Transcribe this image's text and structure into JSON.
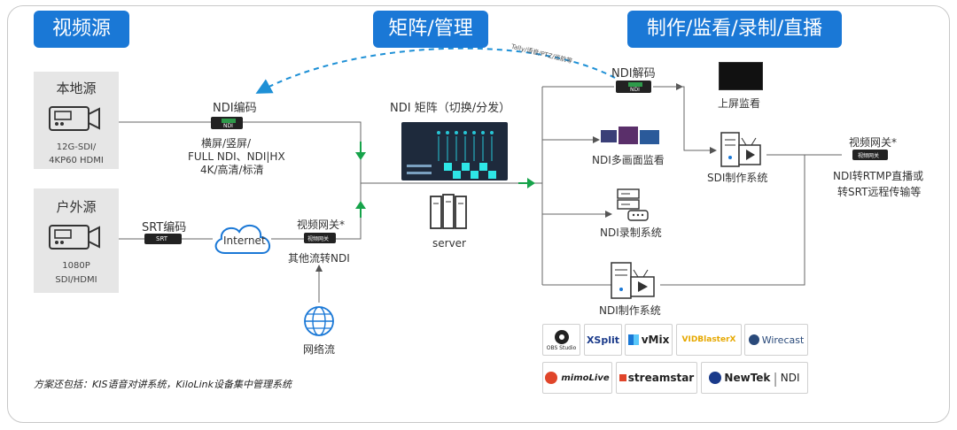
{
  "sections": {
    "video_source": "视频源",
    "matrix_management": "矩阵/管理",
    "production": "制作/监看/录制/直播"
  },
  "sources": {
    "local": {
      "title": "本地源",
      "caption_lines": [
        "12G-SDI/",
        "4KP60 HDMI"
      ]
    },
    "outdoor": {
      "title": "户外源",
      "caption_lines": [
        "1080P",
        "SDI/HDMI"
      ]
    }
  },
  "encoder": {
    "title": "NDI编码",
    "device_label": "NDI",
    "desc_lines": [
      "横屏/竖屏/",
      "FULL NDI、NDI|HX",
      "4K/高清/标清"
    ]
  },
  "srt": {
    "title": "SRT编码",
    "device_label": "SRT"
  },
  "internet": {
    "label": "Internet"
  },
  "gateway_mid": {
    "title": "视频网关*",
    "device_label": "视频网关",
    "caption": "其他流转NDI"
  },
  "network_stream": {
    "label": "网络流"
  },
  "matrix": {
    "title": "NDI 矩阵（切换/分发）",
    "server_label": "server"
  },
  "tally_label": "Tally/语音/PTZ/巡航等",
  "outputs": {
    "decoder": {
      "title": "NDI解码",
      "device_label": "NDI"
    },
    "screen": {
      "label": "上屏监看"
    },
    "multiview": {
      "label": "NDI多画面监看"
    },
    "sdi": {
      "label": "SDI制作系统"
    },
    "record": {
      "label": "NDI录制系统"
    },
    "production": {
      "label": "NDI制作系统"
    },
    "gateway_right": {
      "title": "视频网关*",
      "device_label": "视频网关",
      "desc_lines": [
        "NDI转RTMP直播或",
        "转SRT远程传输等"
      ]
    }
  },
  "software_logos": [
    "OBS Studio",
    "XSplit",
    "vMix",
    "VIDBlasterX",
    "Wirecast",
    "mimoLive",
    "streamstar",
    "NewTek",
    "NDI"
  ],
  "footer_note": "方案还包括：KIS语音对讲系统，KiloLink设备集中管理系统",
  "colors": {
    "accent": "#1a78d6",
    "arrow_green": "#16a34a",
    "dashed_blue": "#1e90d6",
    "line": "#555555"
  }
}
